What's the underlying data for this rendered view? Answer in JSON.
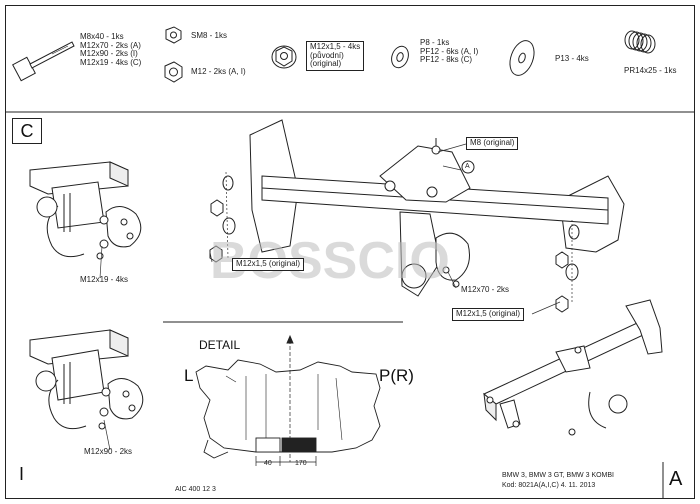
{
  "parts": [
    {
      "lines": [
        "M8x40 - 1ks",
        "M12x70 - 2ks (A)",
        "M12x90 - 2ks (I)",
        "M12x19 - 4ks (C)"
      ]
    },
    {
      "lines": [
        "SM8 - 1ks"
      ]
    },
    {
      "lines": [
        "M12 - 2ks (A, I)"
      ]
    },
    {
      "lines": [
        "M12x1,5 - 4ks",
        "(původní)",
        "(original)"
      ]
    },
    {
      "lines": [
        "P8 - 1ks",
        "PF12 - 6ks (A, I)",
        "PF12 - 8ks (C)"
      ]
    },
    {
      "lines": [
        "P13 - 4ks"
      ]
    },
    {
      "lines": [
        "PR14x25 - 1ks"
      ]
    }
  ],
  "sections": {
    "c": "C",
    "a": "A",
    "i": "I"
  },
  "callouts": {
    "c_bolt": "M12x19 - 4ks",
    "i_bolt": "M12x90 - 2ks",
    "m8_orig": "M8 (original)",
    "a_mark": "A",
    "m12_orig_left": "M12x1,5 (original)",
    "m12x70": "M12x70 - 2ks",
    "m12_orig_right": "M12x1,5 (original)"
  },
  "detail": {
    "title": "DETAIL",
    "left": "L",
    "right": "P(R)",
    "dim_a": "40",
    "dim_b": "170"
  },
  "watermark": "BOSSCIO",
  "footer": {
    "code": "AIC 400 12 3",
    "model": "BMW 3, BMW 3 GT, BMW 3 KOMBI",
    "info": "Kod: 8021A(A,I,C)    4. 11. 2013"
  }
}
